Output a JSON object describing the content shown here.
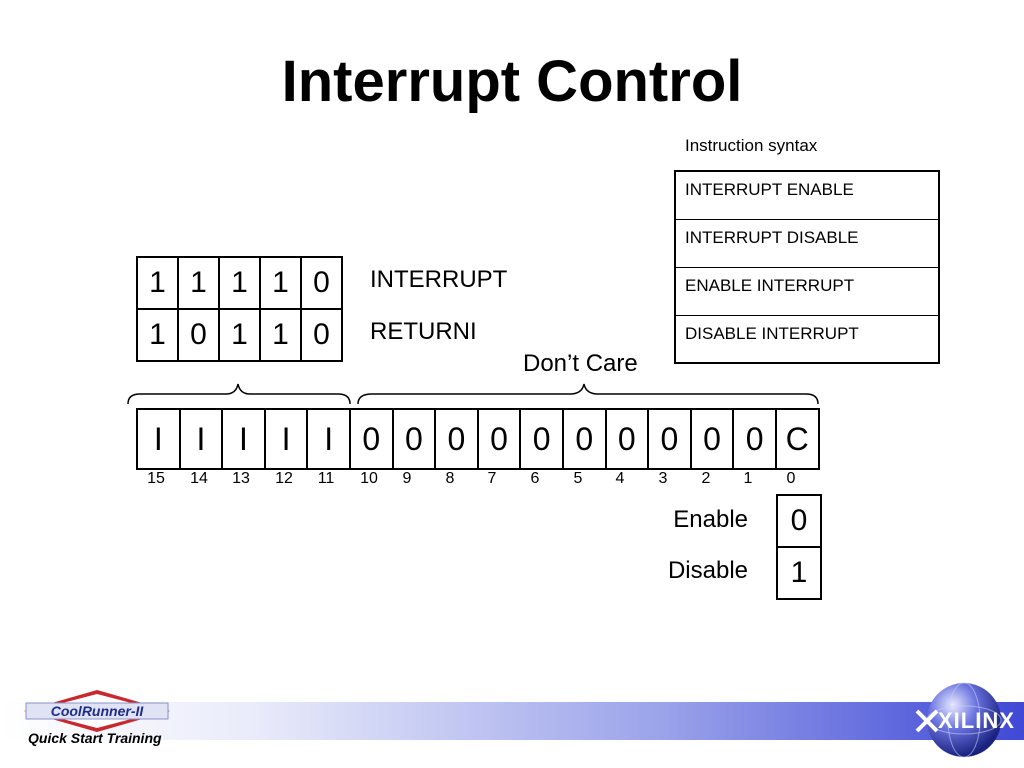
{
  "title": "Interrupt Control",
  "syntax": {
    "caption": "Instruction syntax",
    "rows": [
      "INTERRUPT ENABLE",
      "INTERRUPT DISABLE",
      "ENABLE INTERRUPT",
      "DISABLE INTERRUPT"
    ]
  },
  "opcodes": [
    {
      "bits": [
        "1",
        "1",
        "1",
        "1",
        "0"
      ],
      "label": "INTERRUPT"
    },
    {
      "bits": [
        "1",
        "0",
        "1",
        "1",
        "0"
      ],
      "label": "RETURNI"
    }
  ],
  "dont_care": "Don’t Care",
  "word": {
    "cells": [
      "I",
      "I",
      "I",
      "I",
      "I",
      "0",
      "0",
      "0",
      "0",
      "0",
      "0",
      "0",
      "0",
      "0",
      "0",
      "C"
    ],
    "bit_numbers": [
      "15",
      "14",
      "13",
      "12",
      "11",
      "10",
      "9",
      "8",
      "7",
      "6",
      "5",
      "4",
      "3",
      "2",
      "1",
      "0"
    ]
  },
  "modes": [
    {
      "label": "Enable",
      "value": "0"
    },
    {
      "label": "Disable",
      "value": "1"
    }
  ],
  "footer": {
    "logo_text": "CoolRunner-II",
    "training": "Quick Start Training",
    "brand": "XILINX"
  }
}
